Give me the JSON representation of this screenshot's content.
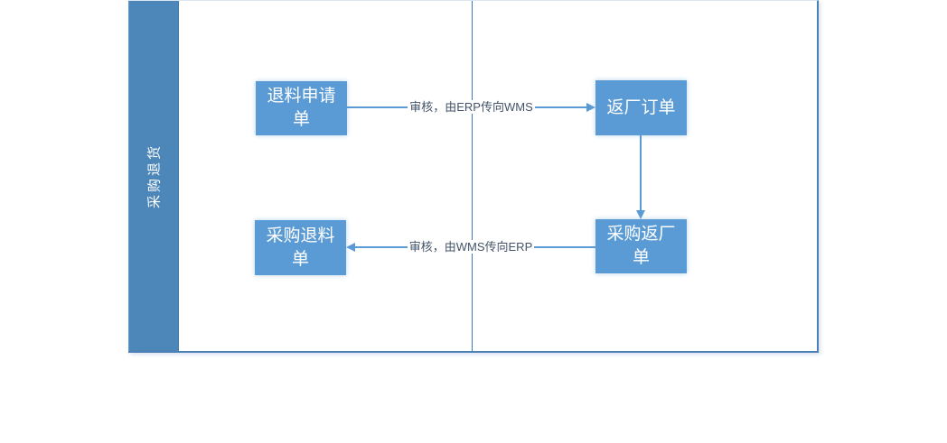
{
  "diagram": {
    "type": "swimlane-flowchart",
    "lane": {
      "label": "采购退货"
    },
    "nodes": [
      {
        "id": "return-material-request",
        "label": "退料申请单"
      },
      {
        "id": "factory-return-order",
        "label": "返厂订单"
      },
      {
        "id": "purchase-return-form",
        "label": "采购退料单"
      },
      {
        "id": "purchase-factory-return",
        "label": "采购返厂单"
      }
    ],
    "edges": [
      {
        "from": "退料申请单",
        "to": "返厂订单",
        "direction": "right",
        "label": "审核，由ERP传向WMS"
      },
      {
        "from": "返厂订单",
        "to": "采购返厂单",
        "direction": "down",
        "label": ""
      },
      {
        "from": "采购返厂单",
        "to": "采购退料单",
        "direction": "left",
        "label": "审核，由WMS传向ERP"
      }
    ],
    "colors": {
      "node_fill": "#5b9bd5",
      "node_text": "#ffffff",
      "lane_fill": "#4d86b8",
      "lane_text": "#ffffff",
      "connector": "#5b9bd5",
      "divider": "#3d7ab5",
      "frame_border": "#4a80b4",
      "edge_label_text": "#44546a"
    }
  }
}
